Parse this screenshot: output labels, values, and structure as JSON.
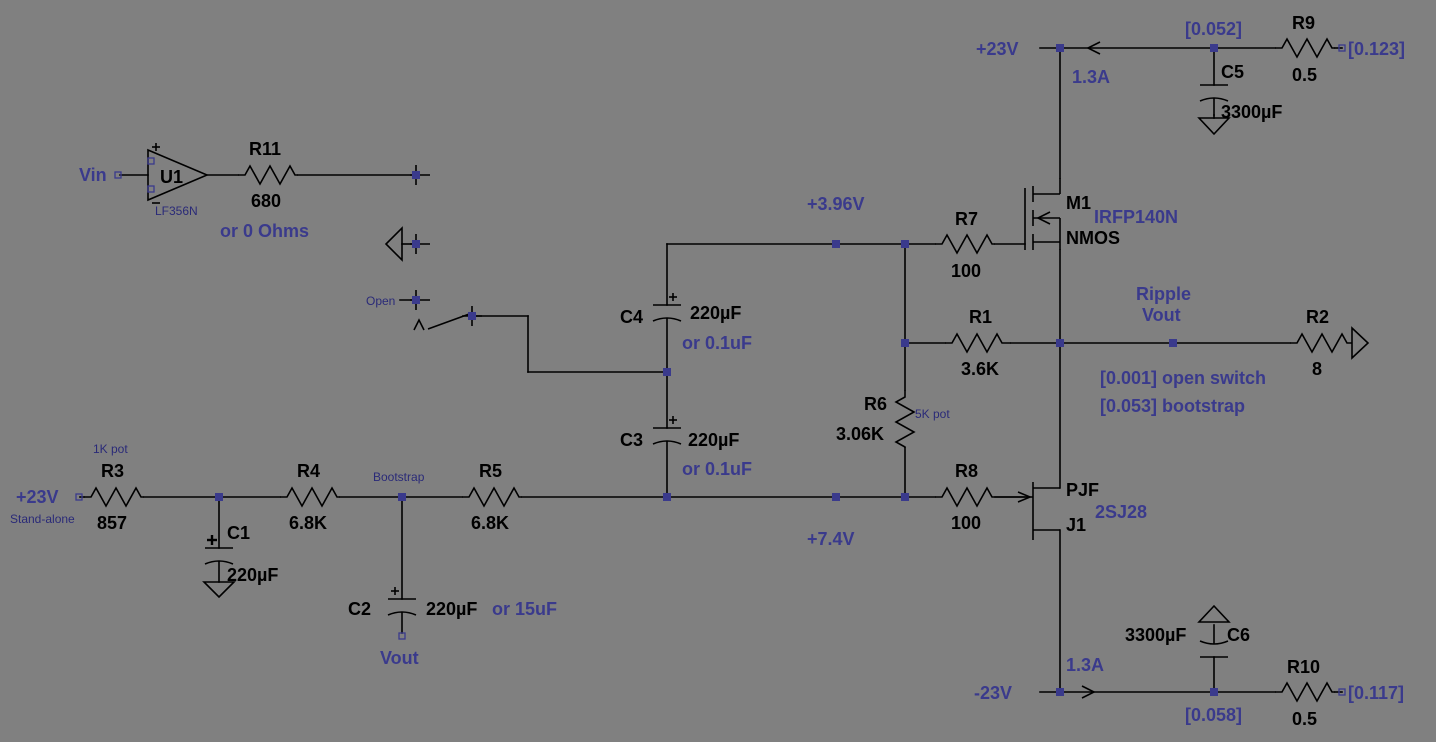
{
  "colors": {
    "background": "#808080",
    "wire": "#000000",
    "net_label": "#3a3a8c",
    "junction": "#3a3a8c"
  },
  "labels": {
    "vin": "Vin",
    "u1_ref": "U1",
    "u1_part": "LF356N",
    "r11_ref": "R11",
    "r11_val": "680",
    "r11_note": "or 0 Ohms",
    "open": "Open",
    "c4_ref": "C4",
    "c4_val": "220µF",
    "c4_alt": "or 0.1uF",
    "c3_ref": "C3",
    "c3_val": "220µF",
    "c3_alt": "or 0.1uF",
    "v396": "+3.96V",
    "v74": "+7.4V",
    "r7_ref": "R7",
    "r7_val": "100",
    "r1_ref": "R1",
    "r1_val": "3.6K",
    "r6_ref": "R6",
    "r6_val": "3.06K",
    "r6_note": "5K pot",
    "r8_ref": "R8",
    "r8_val": "100",
    "m1_ref": "M1",
    "m1_type": "NMOS",
    "m1_part": "IRFP140N",
    "j1_ref": "J1",
    "j1_type": "PJF",
    "j1_part": "2SJ28",
    "vpos": "+23V",
    "vneg": "-23V",
    "i_top": "1.3A",
    "i_bot": "1.3A",
    "c5_meas": "[0.052]",
    "c5_ref": "C5",
    "c5_val": "3300µF",
    "r9_ref": "R9",
    "r9_val": "0.5",
    "r9_meas": "[0.123]",
    "c6_ref": "C6",
    "c6_val": "3300µF",
    "c6_meas": "[0.058]",
    "r10_ref": "R10",
    "r10_val": "0.5",
    "r10_meas": "[0.117]",
    "ripple_1": "Ripple",
    "ripple_2": "Vout",
    "ripple_open": "[0.001] open switch",
    "ripple_boot": "[0.053] bootstrap",
    "r2_ref": "R2",
    "r2_val": "8",
    "r3_note": "1K pot",
    "r3_ref": "R3",
    "r3_val": "857",
    "vplus_in": "+23V",
    "standalone": "Stand-alone",
    "c1_ref": "C1",
    "c1_val": "220µF",
    "r4_ref": "R4",
    "r4_val": "6.8K",
    "bootstrap": "Bootstrap",
    "r5_ref": "R5",
    "r5_val": "6.8K",
    "c2_ref": "C2",
    "c2_val": "220µF",
    "c2_alt": "or 15uF",
    "vout": "Vout"
  }
}
